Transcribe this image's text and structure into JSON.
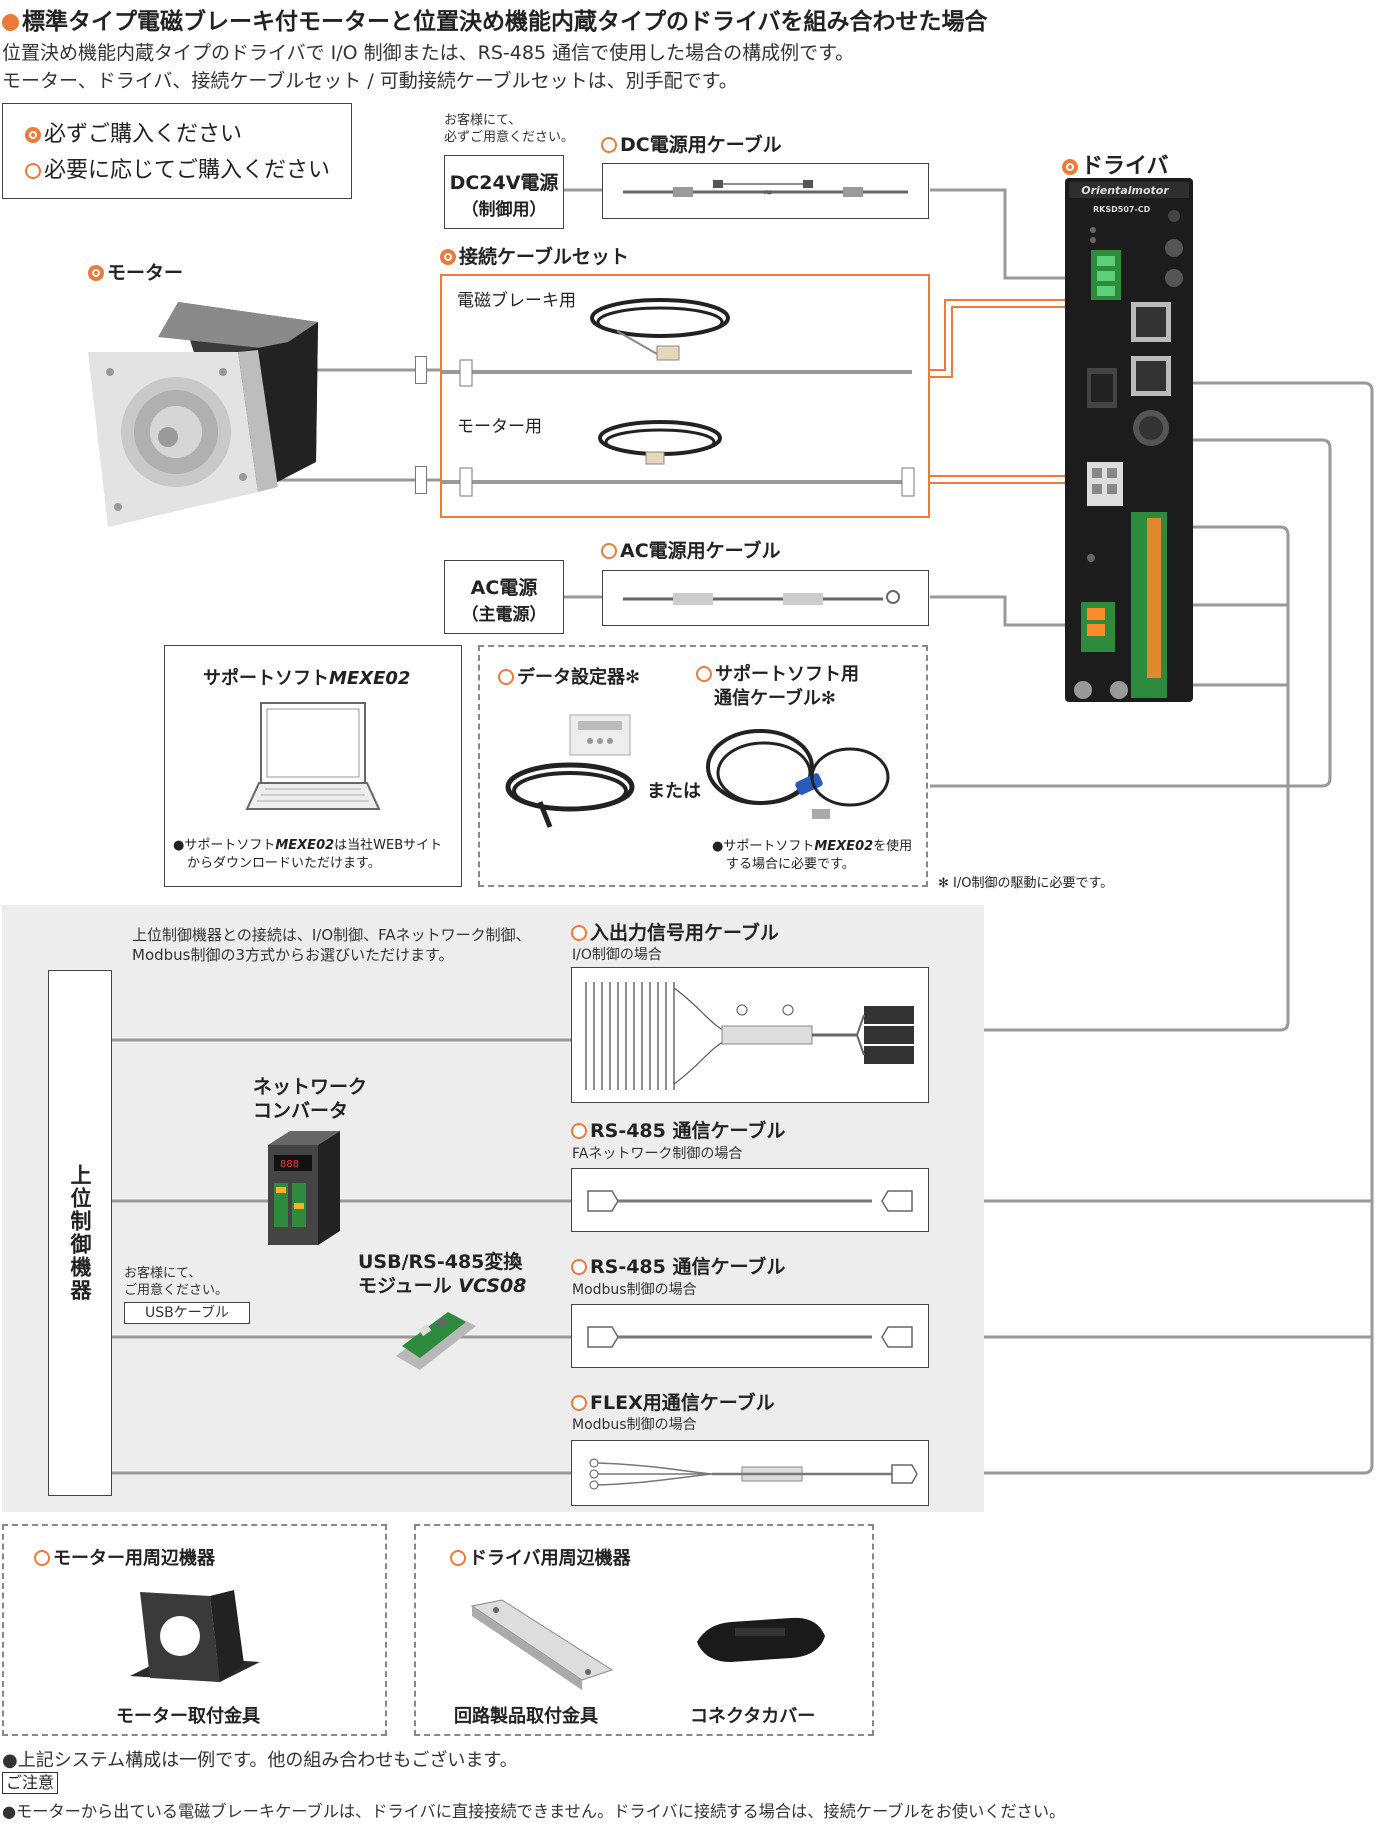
{
  "header": {
    "title": "標準タイプ電磁ブレーキ付モーターと位置決め機能内蔵タイプのドライバを組み合わせた場合",
    "desc1": "位置決め機能内蔵タイプのドライバで I/O 制御または、RS-485 通信で使用した場合の構成例です。",
    "desc2": "モーター、ドライバ、接続ケーブルセット / 可動接続ケーブルセットは、別手配です。"
  },
  "legend": {
    "required": "必ずご購入ください",
    "optional": "必要に応じてご購入ください"
  },
  "customer_note": "お客様にて、",
  "customer_note2": "必ずご用意ください。",
  "dc24v": {
    "line1": "DC24V電源",
    "line2": "（制御用）"
  },
  "dc_cable": "DC電源用ケーブル",
  "driver": {
    "label": "ドライバ",
    "brand": "Orientalmotor",
    "model": "RKSD507-CD"
  },
  "motor": {
    "label": "モーター"
  },
  "cable_set": {
    "label": "接続ケーブルセット",
    "brake": "電磁ブレーキ用",
    "motor": "モーター用"
  },
  "ac_power": {
    "line1": "AC電源",
    "line2": "（主電源）"
  },
  "ac_cable": "AC電源用ケーブル",
  "support_soft": {
    "title_prefix": "サポートソフト",
    "title_bold": "MEXE02",
    "note_a": "●サポートソフト",
    "note_b": "MEXE02",
    "note_c": "は当社WEBサイト",
    "note_d": "からダウンロードいただけます。"
  },
  "data_setter": "データ設定器",
  "or_text": "または",
  "comm_cable": {
    "line1": "サポートソフト用",
    "line2": "通信ケーブル"
  },
  "asterisk": "✻",
  "comm_note": {
    "a": "●サポートソフト",
    "b": "MEXE02",
    "c": "を使用",
    "d": "する場合に必要です。"
  },
  "io_note": "✻ I/O制御の駆動に必要です。",
  "host": {
    "note1": "上位制御機器との接続は、I/O制御、FAネットワーク制御、",
    "note2": "Modbus制御の3方式からお選びいただけます。",
    "vertical": "上位制御機器",
    "net_conv1": "ネットワーク",
    "net_conv2": "コンバータ",
    "usb_label1": "USB/RS-485変換",
    "usb_label2a": "モジュール ",
    "usb_label2b": "VCS08",
    "cust1": "お客様にて、",
    "cust2": "ご用意ください。",
    "usb_cable": "USBケーブル"
  },
  "cables": [
    {
      "label": "入出力信号用ケーブル",
      "note": "I/O制御の場合"
    },
    {
      "label": "RS-485 通信ケーブル",
      "note": "FAネットワーク制御の場合"
    },
    {
      "label": "RS-485 通信ケーブル",
      "note": "Modbus制御の場合"
    },
    {
      "label": "FLEX用通信ケーブル",
      "note": "Modbus制御の場合"
    }
  ],
  "motor_acc": {
    "title": "モーター用周辺機器",
    "item": "モーター取付金具"
  },
  "driver_acc": {
    "title": "ドライバ用周辺機器",
    "item1": "回路製品取付金具",
    "item2": "コネクタカバー"
  },
  "footer": {
    "note": "●上記システム構成は一例です。他の組み合わせもございます。",
    "caution_title": "ご注意",
    "caution": "●モーターから出ている電磁ブレーキケーブルは、ドライバに直接接続できません。ドライバに接続する場合は、接続ケーブルをお使いください。"
  },
  "colors": {
    "accent": "#ee7a3a",
    "panel": "#ededed",
    "line": "#999999"
  }
}
